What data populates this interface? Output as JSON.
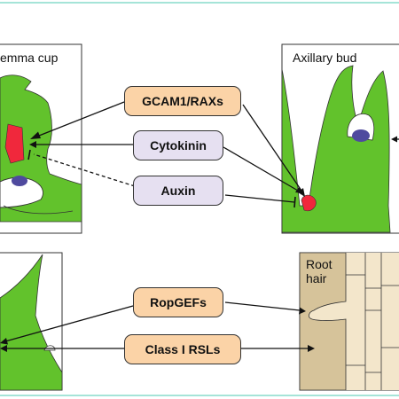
{
  "panels": {
    "gemma_cup": "emma cup",
    "axillary_bud": "Axillary bud",
    "root_hair_line1": "Root",
    "root_hair_line2": "hair"
  },
  "regulators": {
    "gcam": "GCAM1/RAXs",
    "cytokinin": "Cytokinin",
    "auxin": "Auxin",
    "ropgefs": "RopGEFs",
    "rsl": "Class I RSLs"
  },
  "colors": {
    "tissue_green": "#62c22c",
    "stem_cell_red": "#f0283c",
    "bud_purple": "#4f4a9e",
    "activator_box": "#fbd3a7",
    "hormone_box": "#e6e0f1",
    "root_tan": "#f3e6cb",
    "frame_teal": "#6fd3c0"
  }
}
